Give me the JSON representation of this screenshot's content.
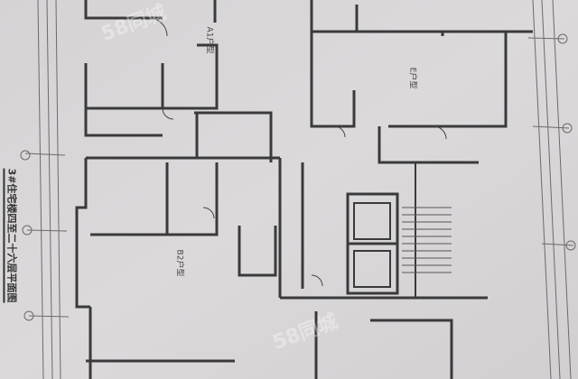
{
  "plan": {
    "title": "3#住宅楼四至二十六层平面图",
    "units": [
      {
        "label": "A1户型"
      },
      {
        "label": "E户型"
      },
      {
        "label": "B2户型"
      }
    ],
    "watermark": "58同城",
    "colors": {
      "paper": "#d9d6d8",
      "wall": "#3a3a3c",
      "line": "#6a6a6c"
    }
  }
}
